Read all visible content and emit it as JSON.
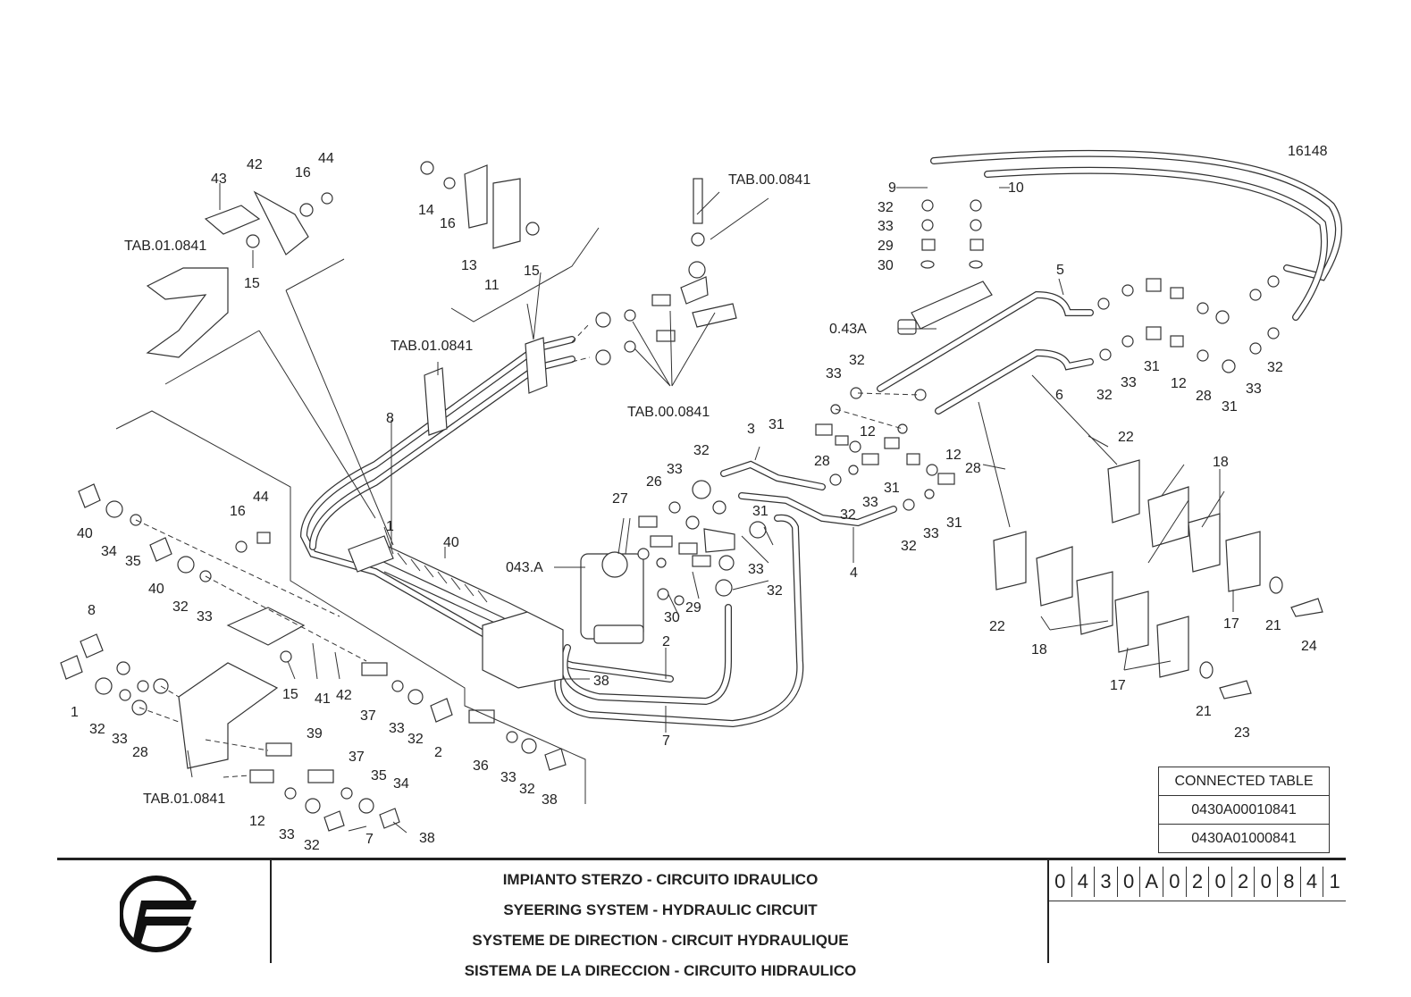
{
  "drawing_number": "16148",
  "callouts": [
    {
      "id": "c43",
      "text": "43"
    },
    {
      "id": "c42a",
      "text": "42"
    },
    {
      "id": "c16a",
      "text": "16"
    },
    {
      "id": "c44a",
      "text": "44"
    },
    {
      "id": "ctab01a",
      "text": "TAB.01.0841"
    },
    {
      "id": "c15a",
      "text": "15"
    },
    {
      "id": "c14",
      "text": "14"
    },
    {
      "id": "c16b",
      "text": "16"
    },
    {
      "id": "c13",
      "text": "13"
    },
    {
      "id": "c11",
      "text": "11"
    },
    {
      "id": "c15b",
      "text": "15"
    },
    {
      "id": "ctab00a",
      "text": "TAB.00.0841"
    },
    {
      "id": "ctab01b",
      "text": "TAB.01.0841"
    },
    {
      "id": "ctab00b",
      "text": "TAB.00.0841"
    },
    {
      "id": "c8a",
      "text": "8"
    },
    {
      "id": "c1a",
      "text": "1"
    },
    {
      "id": "c40a",
      "text": "40"
    },
    {
      "id": "c9",
      "text": "9"
    },
    {
      "id": "c10",
      "text": "10"
    },
    {
      "id": "c32a",
      "text": "32"
    },
    {
      "id": "c33a",
      "text": "33"
    },
    {
      "id": "c29a",
      "text": "29"
    },
    {
      "id": "c30a",
      "text": "30"
    },
    {
      "id": "c5",
      "text": "5"
    },
    {
      "id": "c043a",
      "text": "0.43A"
    },
    {
      "id": "c6",
      "text": "6"
    },
    {
      "id": "c31a",
      "text": "31"
    },
    {
      "id": "c12a",
      "text": "12"
    },
    {
      "id": "c28a",
      "text": "28"
    },
    {
      "id": "c31b",
      "text": "31"
    },
    {
      "id": "c32b",
      "text": "32"
    },
    {
      "id": "c33b",
      "text": "33"
    },
    {
      "id": "c32c",
      "text": "32"
    },
    {
      "id": "c33c",
      "text": "33"
    },
    {
      "id": "c33d",
      "text": "33"
    },
    {
      "id": "c32d",
      "text": "32"
    },
    {
      "id": "c3",
      "text": "3"
    },
    {
      "id": "c31c",
      "text": "31"
    },
    {
      "id": "c12b",
      "text": "12"
    },
    {
      "id": "c28b",
      "text": "28"
    },
    {
      "id": "c12c",
      "text": "12"
    },
    {
      "id": "c28c",
      "text": "28"
    },
    {
      "id": "c31d",
      "text": "31"
    },
    {
      "id": "c33e",
      "text": "33"
    },
    {
      "id": "c32e",
      "text": "32"
    },
    {
      "id": "c32f",
      "text": "32"
    },
    {
      "id": "c33f",
      "text": "33"
    },
    {
      "id": "c31e",
      "text": "31"
    },
    {
      "id": "c4",
      "text": "4"
    },
    {
      "id": "c32g",
      "text": "32"
    },
    {
      "id": "c33g",
      "text": "33"
    },
    {
      "id": "c26",
      "text": "26"
    },
    {
      "id": "c27",
      "text": "27"
    },
    {
      "id": "c31f",
      "text": "31"
    },
    {
      "id": "c33h",
      "text": "33"
    },
    {
      "id": "c32h",
      "text": "32"
    },
    {
      "id": "c043b",
      "text": "043.A"
    },
    {
      "id": "c30b",
      "text": "30"
    },
    {
      "id": "c29b",
      "text": "29"
    },
    {
      "id": "c2a",
      "text": "2"
    },
    {
      "id": "c38a",
      "text": "38"
    },
    {
      "id": "c7a",
      "text": "7"
    },
    {
      "id": "c22a",
      "text": "22"
    },
    {
      "id": "c18a",
      "text": "18"
    },
    {
      "id": "c22b",
      "text": "22"
    },
    {
      "id": "c18b",
      "text": "18"
    },
    {
      "id": "c17a",
      "text": "17"
    },
    {
      "id": "c17b",
      "text": "17"
    },
    {
      "id": "c21a",
      "text": "21"
    },
    {
      "id": "c24",
      "text": "24"
    },
    {
      "id": "c21b",
      "text": "21"
    },
    {
      "id": "c23",
      "text": "23"
    },
    {
      "id": "c40b",
      "text": "40"
    },
    {
      "id": "c34a",
      "text": "34"
    },
    {
      "id": "c35a",
      "text": "35"
    },
    {
      "id": "c16c",
      "text": "16"
    },
    {
      "id": "c44b",
      "text": "44"
    },
    {
      "id": "c40c",
      "text": "40"
    },
    {
      "id": "c32i",
      "text": "32"
    },
    {
      "id": "c33i",
      "text": "33"
    },
    {
      "id": "c8b",
      "text": "8"
    },
    {
      "id": "c1b",
      "text": "1"
    },
    {
      "id": "c32j",
      "text": "32"
    },
    {
      "id": "c33j",
      "text": "33"
    },
    {
      "id": "c28d",
      "text": "28"
    },
    {
      "id": "c15c",
      "text": "15"
    },
    {
      "id": "c41",
      "text": "41"
    },
    {
      "id": "c42b",
      "text": "42"
    },
    {
      "id": "c37a",
      "text": "37"
    },
    {
      "id": "c33k",
      "text": "33"
    },
    {
      "id": "c32k",
      "text": "32"
    },
    {
      "id": "c2b",
      "text": "2"
    },
    {
      "id": "c36",
      "text": "36"
    },
    {
      "id": "c33l",
      "text": "33"
    },
    {
      "id": "c32l",
      "text": "32"
    },
    {
      "id": "c38b",
      "text": "38"
    },
    {
      "id": "c39",
      "text": "39"
    },
    {
      "id": "c37b",
      "text": "37"
    },
    {
      "id": "c35b",
      "text": "35"
    },
    {
      "id": "c34b",
      "text": "34"
    },
    {
      "id": "ctab01c",
      "text": "TAB.01.0841"
    },
    {
      "id": "c12d",
      "text": "12"
    },
    {
      "id": "c33m",
      "text": "33"
    },
    {
      "id": "c32m",
      "text": "32"
    },
    {
      "id": "c7b",
      "text": "7"
    },
    {
      "id": "c38c",
      "text": "38"
    }
  ],
  "connected_table": {
    "header": "CONNECTED TABLE",
    "rows": [
      "0430A00010841",
      "0430A01000841"
    ]
  },
  "title_block": {
    "lines": [
      "IMPIANTO STERZO - CIRCUITO IDRAULICO",
      "SYEERING SYSTEM - HYDRAULIC CIRCUIT",
      "SYSTEME DE DIRECTION - CIRCUIT HYDRAULIQUE",
      "SISTEMA DE LA DIRECCION - CIRCUITO HIDRAULICO"
    ],
    "code_chars": [
      "0",
      "4",
      "3",
      "0",
      "A",
      "0",
      "2",
      "0",
      "2",
      "0",
      "8",
      "4",
      "1"
    ]
  }
}
